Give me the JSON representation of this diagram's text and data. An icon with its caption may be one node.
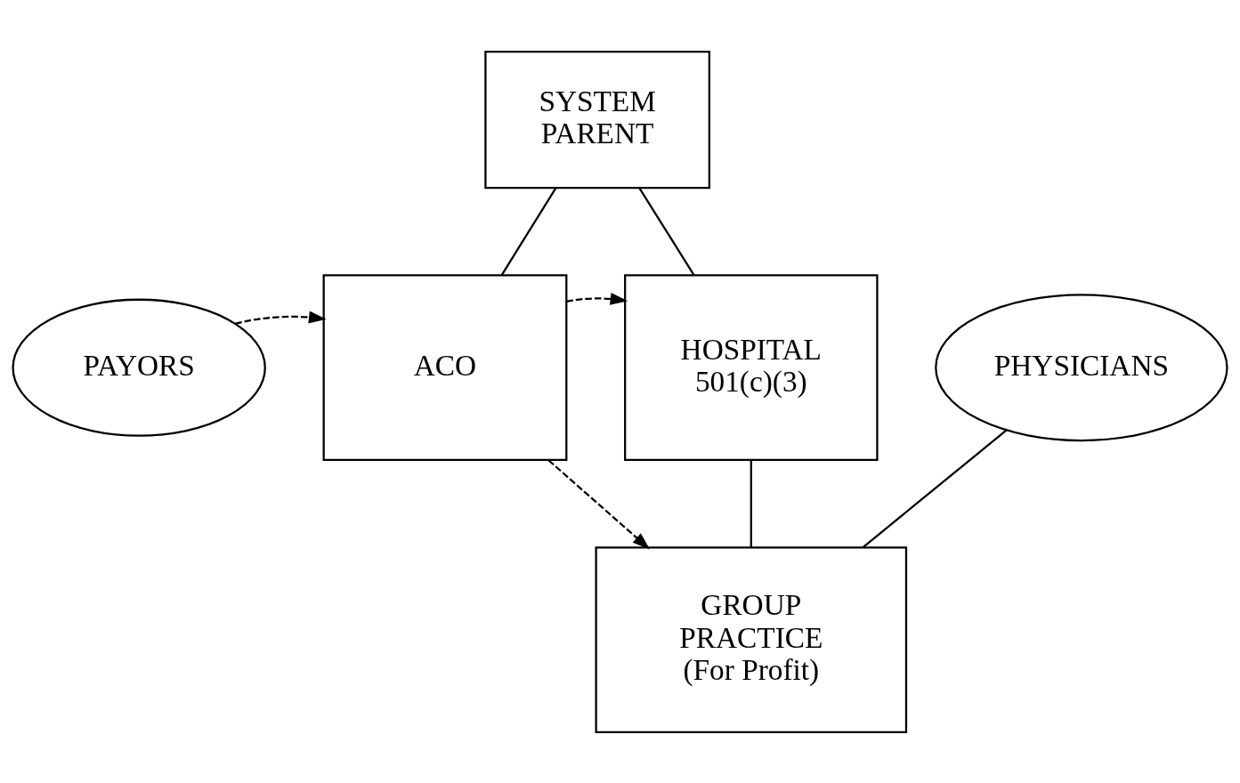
{
  "diagram": {
    "nodes": [
      {
        "text": [
          "SYSTEM PARENT"
        ]
      },
      {
        "text": [
          "PAYORS"
        ]
      },
      {
        "text": [
          "ACO"
        ]
      },
      {
        "text": [
          "HOSPITAL 501(c)(3)"
        ]
      },
      {
        "text": [
          "PHYSICIANS"
        ]
      },
      {
        "text": [
          "GROUP PRACTICE (For Profit)"
        ]
      }
    ],
    "edges": [
      {
        "from": 0,
        "to": 2,
        "arrow": "none"
      },
      {
        "from": 0,
        "to": 3,
        "arrow": "none"
      },
      {
        "from": 1,
        "to": 2,
        "arrow": "to",
        "style": "dashed"
      },
      {
        "from": 2,
        "to": 3,
        "arrow": "to",
        "style": "dashed"
      },
      {
        "from": 2,
        "to": 5,
        "arrow": "to",
        "style": "dashed"
      },
      {
        "from": 3,
        "to": 5,
        "arrow": "none"
      },
      {
        "from": 4,
        "to": 5,
        "arrow": "none"
      }
    ]
  }
}
